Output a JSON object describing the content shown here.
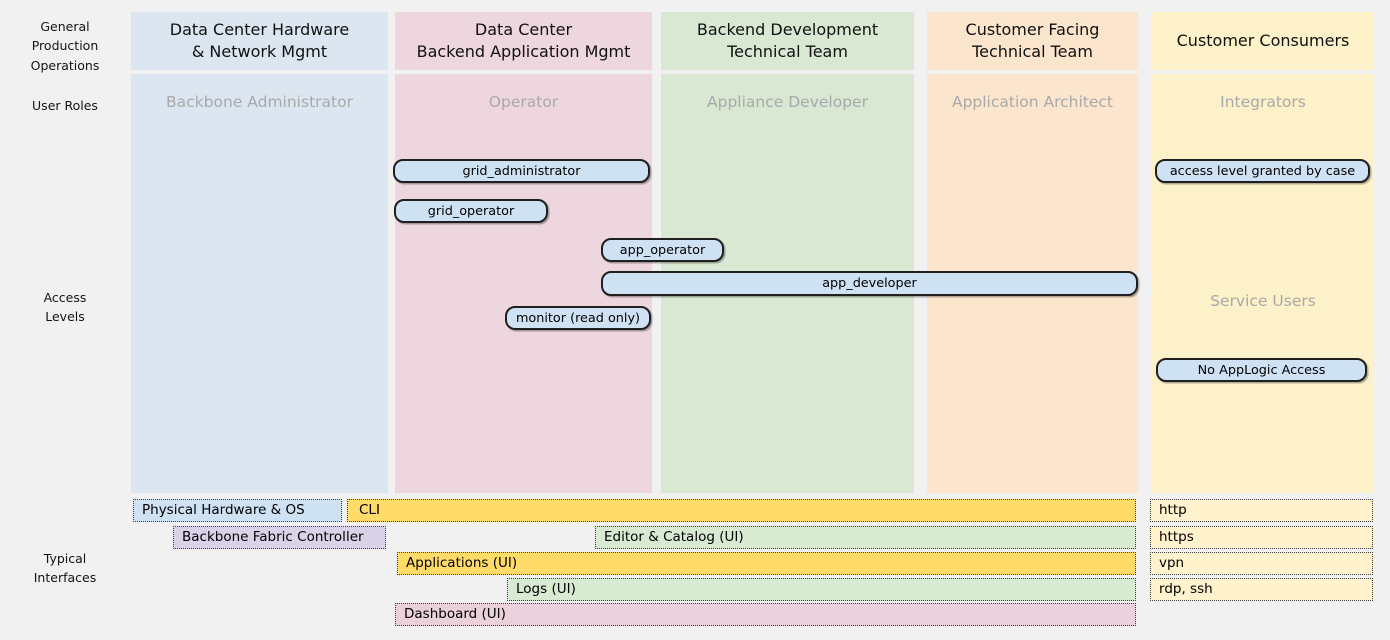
{
  "diagram": {
    "row_labels": {
      "general": "General\nProduction\nOperations",
      "user_roles": "User Roles",
      "access_levels": "Access\nLevels",
      "typical_interfaces": "Typical\nInterfaces"
    },
    "columns": [
      {
        "header": "Data Center Hardware\n& Network Mgmt",
        "role": "Backbone Administrator",
        "color": "#dce6f1"
      },
      {
        "header": "Data Center\nBackend Application Mgmt",
        "role": "Operator",
        "color": "#edd6de"
      },
      {
        "header": "Backend Development\nTechnical Team",
        "role": "Appliance Developer",
        "color": "#d8e8d3"
      },
      {
        "header": "Customer Facing\nTechnical Team",
        "role": "Application Architect",
        "color": "#fce5cd"
      },
      {
        "header": "Customer Consumers",
        "role": "Integrators",
        "role2": "Service Users",
        "color": "#fdf1c9"
      }
    ],
    "access_levels": {
      "pill_color": "#cfe2f4",
      "items": [
        {
          "label": "grid_administrator"
        },
        {
          "label": "grid_operator"
        },
        {
          "label": "app_operator"
        },
        {
          "label": "app_developer"
        },
        {
          "label": "monitor (read only)"
        },
        {
          "label": "access level granted by case"
        },
        {
          "label": "No AppLogic Access"
        }
      ]
    },
    "interfaces": [
      {
        "label": "Physical Hardware & OS",
        "color": "#cfe2f3"
      },
      {
        "label": "CLI",
        "color": "#ffdb69"
      },
      {
        "label": "Backbone Fabric Controller",
        "color": "#d9d2e9"
      },
      {
        "label": "Editor & Catalog (UI)",
        "color": "#d9ead3"
      },
      {
        "label": "Applications (UI)",
        "color": "#ffdb69"
      },
      {
        "label": "Logs (UI)",
        "color": "#d9ead3"
      },
      {
        "label": "Dashboard (UI)",
        "color": "#ead1dc"
      },
      {
        "label": "http",
        "color": "#fff2cc"
      },
      {
        "label": "https",
        "color": "#fff2cc"
      },
      {
        "label": "vpn",
        "color": "#fff2cc"
      },
      {
        "label": "rdp, ssh",
        "color": "#fff2cc"
      }
    ]
  }
}
